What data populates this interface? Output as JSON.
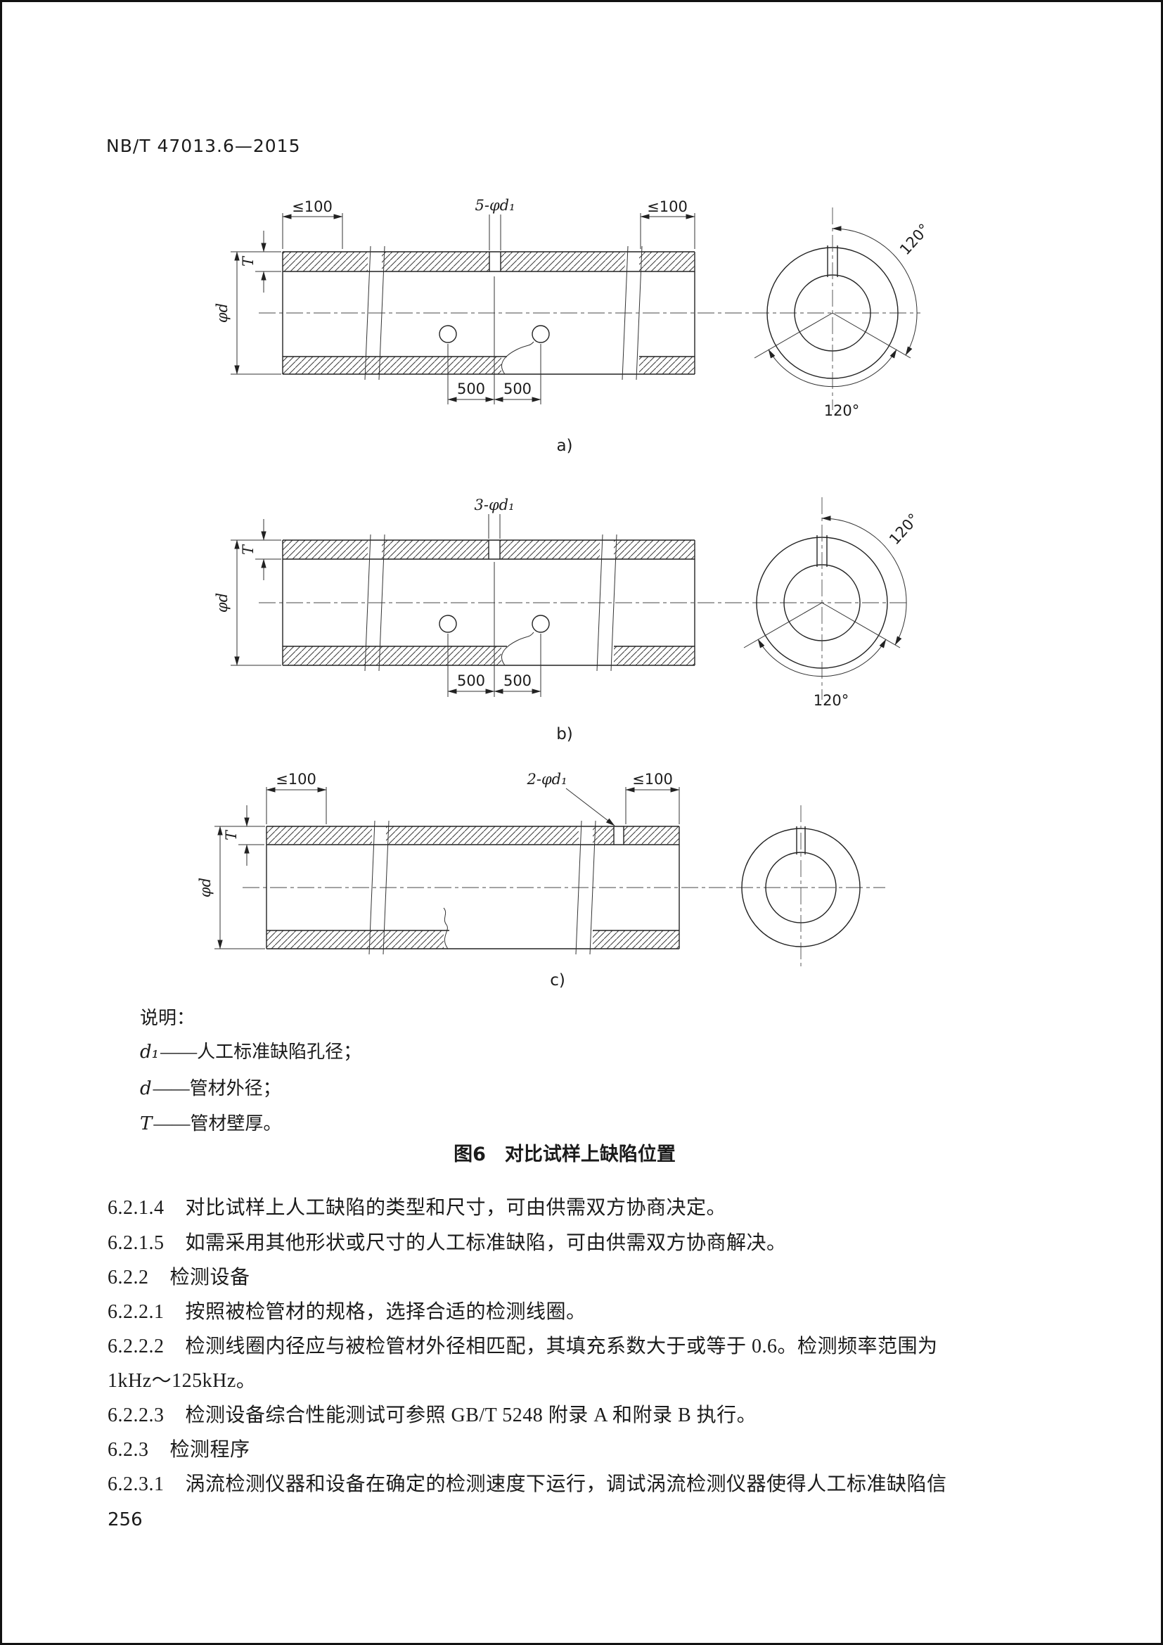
{
  "colors": {
    "ink": "#1c1c1c",
    "paper": "#ffffff"
  },
  "header": {
    "doc_number": "NB/T 47013.6—2015"
  },
  "figure": {
    "caption": "图6　对比试样上缺陷位置",
    "legend": {
      "title": "说明：",
      "items": [
        {
          "symbol": "d₁",
          "text": "——人工标准缺陷孔径；"
        },
        {
          "symbol": "d",
          "text": "——管材外径；"
        },
        {
          "symbol": "T",
          "text": "——管材壁厚。"
        }
      ]
    },
    "a": {
      "label": "a)",
      "dim_left_end": "≤100",
      "dim_holes": "5-φd₁",
      "dim_right_end": "≤100",
      "dim_pitch1": "500",
      "dim_pitch2": "500",
      "wall_thickness": "T",
      "outer_diameter": "φd",
      "angle_top": "120°",
      "angle_bottom": "120°"
    },
    "b": {
      "label": "b)",
      "dim_holes": "3-φd₁",
      "dim_pitch1": "500",
      "dim_pitch2": "500",
      "wall_thickness": "T",
      "outer_diameter": "φd",
      "angle_top": "120°",
      "angle_bottom": "120°"
    },
    "c": {
      "label": "c)",
      "dim_left_end": "≤100",
      "dim_holes": "2-φd₁",
      "dim_right_end": "≤100",
      "wall_thickness": "T",
      "outer_diameter": "φd"
    }
  },
  "body": {
    "lines": [
      {
        "num": "6.2.1.4",
        "text": "对比试样上人工缺陷的类型和尺寸，可由供需双方协商决定。"
      },
      {
        "num": "6.2.1.5",
        "text": "如需采用其他形状或尺寸的人工标准缺陷，可由供需双方协商解决。"
      },
      {
        "num": "6.2.2",
        "text": "检测设备"
      },
      {
        "num": "6.2.2.1",
        "text": "按照被检管材的规格，选择合适的检测线圈。"
      },
      {
        "num": "6.2.2.2",
        "text": "检测线圈内径应与被检管材外径相匹配，其填充系数大于或等于 0.6。检测频率范围为"
      },
      {
        "num": "",
        "text": "1kHz～125kHz。"
      },
      {
        "num": "6.2.2.3",
        "text": "检测设备综合性能测试可参照 GB/T 5248 附录 A 和附录 B 执行。"
      },
      {
        "num": "6.2.3",
        "text": "检测程序"
      },
      {
        "num": "6.2.3.1",
        "text": "涡流检测仪器和设备在确定的检测速度下运行，调试涡流检测仪器使得人工标准缺陷信"
      }
    ]
  },
  "footer": {
    "page_number": "256"
  }
}
